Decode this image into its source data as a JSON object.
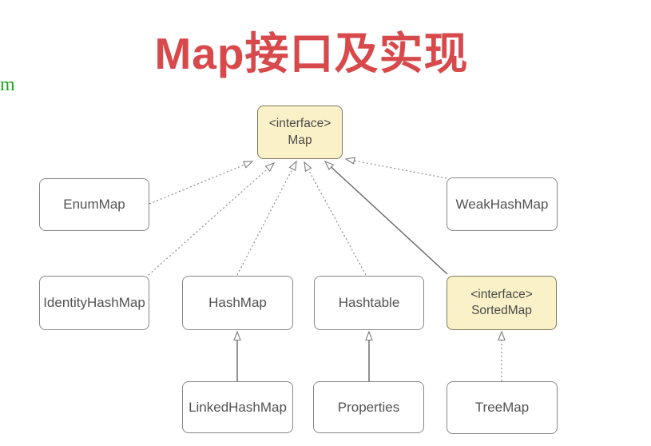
{
  "page": {
    "title": "Map接口及实现",
    "title_color": "#d8494c",
    "watermark": "m",
    "watermark_color": "#1fa31f"
  },
  "diagram": {
    "colors": {
      "interface_fill": "#fbf1c8",
      "interface_border": "#7e7a5e",
      "class_fill": "#ffffff",
      "class_border": "#878787",
      "edge_line": "#7c7c7c",
      "node_text": "#525252"
    },
    "nodes": {
      "map": {
        "stereotype": "<interface>",
        "name": "Map",
        "kind": "interface"
      },
      "enummap": {
        "name": "EnumMap",
        "kind": "class"
      },
      "weakhashmap": {
        "name": "WeakHashMap",
        "kind": "class"
      },
      "identityhashmap": {
        "name": "IdentityHashMap",
        "kind": "class"
      },
      "hashmap": {
        "name": "HashMap",
        "kind": "class"
      },
      "hashtable": {
        "name": "Hashtable",
        "kind": "class"
      },
      "sortedmap": {
        "stereotype": "<interface>",
        "name": "SortedMap",
        "kind": "interface"
      },
      "linkedhashmap": {
        "name": "LinkedHashMap",
        "kind": "class"
      },
      "properties": {
        "name": "Properties",
        "kind": "class"
      },
      "treemap": {
        "name": "TreeMap",
        "kind": "class"
      }
    },
    "edges": [
      {
        "from": "EnumMap",
        "to": "Map",
        "line": "dotted",
        "arrow": "hollow-triangle"
      },
      {
        "from": "IdentityHashMap",
        "to": "Map",
        "line": "dotted",
        "arrow": "hollow-triangle"
      },
      {
        "from": "HashMap",
        "to": "Map",
        "line": "dotted",
        "arrow": "hollow-triangle"
      },
      {
        "from": "Hashtable",
        "to": "Map",
        "line": "dotted",
        "arrow": "hollow-triangle"
      },
      {
        "from": "SortedMap",
        "to": "Map",
        "line": "solid",
        "arrow": "hollow-triangle"
      },
      {
        "from": "WeakHashMap",
        "to": "Map",
        "line": "dotted",
        "arrow": "hollow-triangle"
      },
      {
        "from": "LinkedHashMap",
        "to": "HashMap",
        "line": "solid",
        "arrow": "hollow-triangle"
      },
      {
        "from": "Properties",
        "to": "Hashtable",
        "line": "solid",
        "arrow": "hollow-triangle"
      },
      {
        "from": "TreeMap",
        "to": "SortedMap",
        "line": "dotted",
        "arrow": "hollow-triangle"
      }
    ]
  }
}
